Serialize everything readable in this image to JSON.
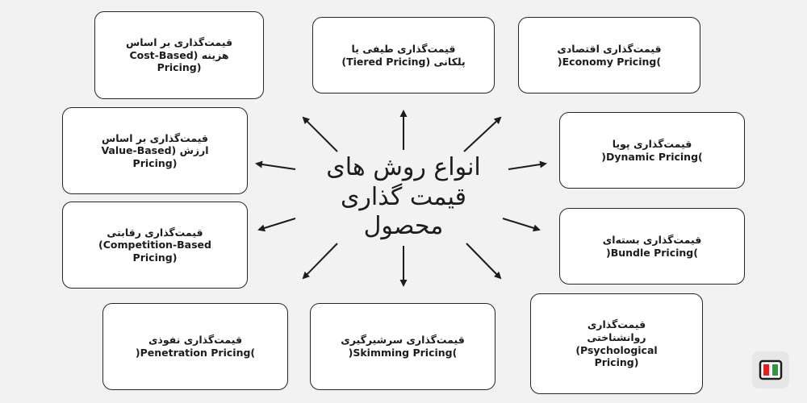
{
  "diagram": {
    "title": "انواع روش های\nقیمت گذاری\nمحصول",
    "boxes": [
      {
        "id": "cost-based",
        "text": "قیمت‌گذاری بر اساس\nهزینه (Cost-Based\nPricing)"
      },
      {
        "id": "tiered",
        "text": "قیمت‌گذاری طیفی یا\nپلکانی (Tiered Pricing)"
      },
      {
        "id": "economy",
        "text": "قیمت‌گذاری اقتصادی\n(Economy Pricing)"
      },
      {
        "id": "value-based",
        "text": "قیمت‌گذاری بر اساس\nارزش (Value-Based\nPricing)"
      },
      {
        "id": "dynamic",
        "text": "قیمت‌گذاری پویا\n(Dynamic Pricing)"
      },
      {
        "id": "competition-based",
        "text": "قیمت‌گذاری رقابتی\n(Competition-Based\nPricing)"
      },
      {
        "id": "bundle",
        "text": "قیمت‌گذاری بسته‌ای\n(Bundle Pricing)"
      },
      {
        "id": "penetration",
        "text": "قیمت‌گذاری نفوذی\n(Penetration Pricing)"
      },
      {
        "id": "skimming",
        "text": "قیمت‌گذاری سرشیرگیری\n(Skimming Pricing)"
      },
      {
        "id": "psychological",
        "text": "قیمت‌گذاری\nروانشناختی\n(Psychological\nPricing)"
      }
    ]
  },
  "colors": {
    "background": "#f2f2f2",
    "box_border": "#262626",
    "arrow": "#1c1c1c",
    "logo_red": "#e02222",
    "logo_green": "#2a9d3a"
  }
}
